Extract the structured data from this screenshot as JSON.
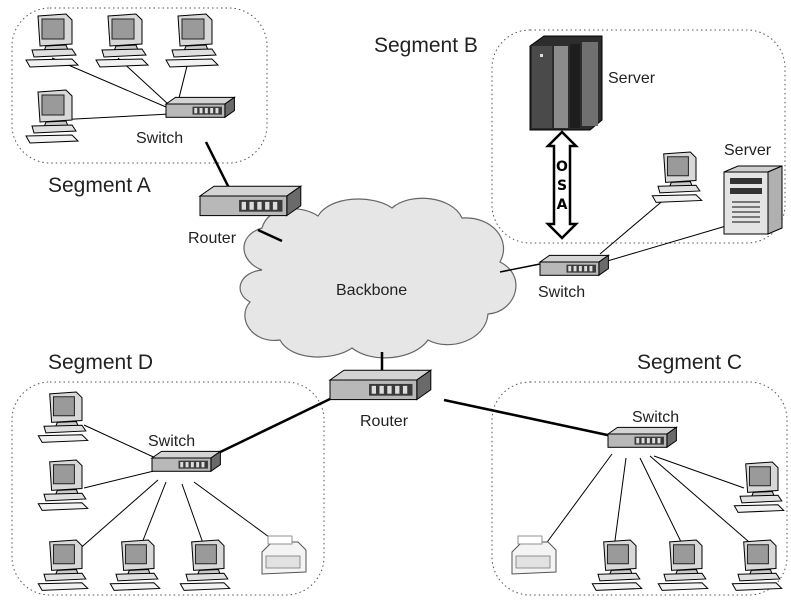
{
  "segments": {
    "a": "Segment A",
    "b": "Segment B",
    "c": "Segment C",
    "d": "Segment D"
  },
  "devices": {
    "switch_a": "Switch",
    "router_top": "Router",
    "server_main": "Server",
    "server_tower": "Server",
    "switch_b": "Switch",
    "backbone": "Backbone",
    "router_bottom": "Router",
    "switch_c": "Switch",
    "switch_d": "Switch"
  },
  "osa": [
    "O",
    "S",
    "A"
  ],
  "icons": {
    "workstation": "workstation-icon",
    "switch": "switch-icon",
    "router": "router-icon",
    "server": "server-icon",
    "printer": "printer-icon",
    "cloud": "cloud-icon"
  },
  "colors": {
    "line": "#000000",
    "dotted_border": "#555555",
    "cloud_fill": "#e6e6e6",
    "device_body": "#b8b8b8",
    "device_dark": "#3a3a3a"
  }
}
